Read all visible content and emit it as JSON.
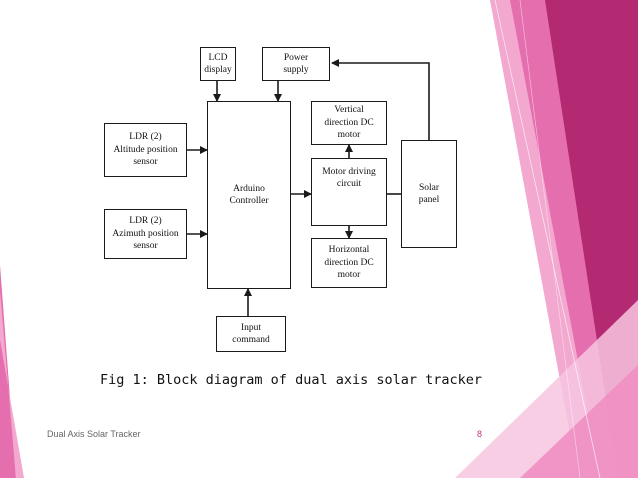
{
  "diagram": {
    "nodes": [
      {
        "id": "lcd",
        "label": "LCD\ndisplay"
      },
      {
        "id": "power",
        "label": "Power\nsupply"
      },
      {
        "id": "ldr_alt",
        "label": "LDR (2)\nAltitude position\nsensor"
      },
      {
        "id": "arduino",
        "label": "Arduino\nController"
      },
      {
        "id": "vmotor",
        "label": "Vertical\ndirection DC\nmotor"
      },
      {
        "id": "driver",
        "label": "Motor driving\ncircuit"
      },
      {
        "id": "solar",
        "label": "Solar\npanel"
      },
      {
        "id": "ldr_az",
        "label": "LDR (2)\nAzimuth position\nsensor"
      },
      {
        "id": "hmotor",
        "label": "Horizontal\ndirection DC\nmotor"
      },
      {
        "id": "input",
        "label": "Input\ncommand"
      }
    ],
    "edges": [
      {
        "from": "lcd",
        "to": "arduino"
      },
      {
        "from": "power",
        "to": "arduino"
      },
      {
        "from": "ldr_alt",
        "to": "arduino"
      },
      {
        "from": "ldr_az",
        "to": "arduino"
      },
      {
        "from": "input",
        "to": "arduino"
      },
      {
        "from": "arduino",
        "to": "driver"
      },
      {
        "from": "driver",
        "to": "vmotor"
      },
      {
        "from": "driver",
        "to": "hmotor"
      },
      {
        "from": "solar",
        "to": "power"
      }
    ]
  },
  "caption": "Fig 1: Block diagram of dual axis solar tracker",
  "footer": {
    "title": "Dual Axis Solar Tracker",
    "page_number": "8"
  },
  "theme": {
    "accent": "#c0337f",
    "accent_light": "#f2a8cf",
    "accent_dark": "#b32a72"
  }
}
